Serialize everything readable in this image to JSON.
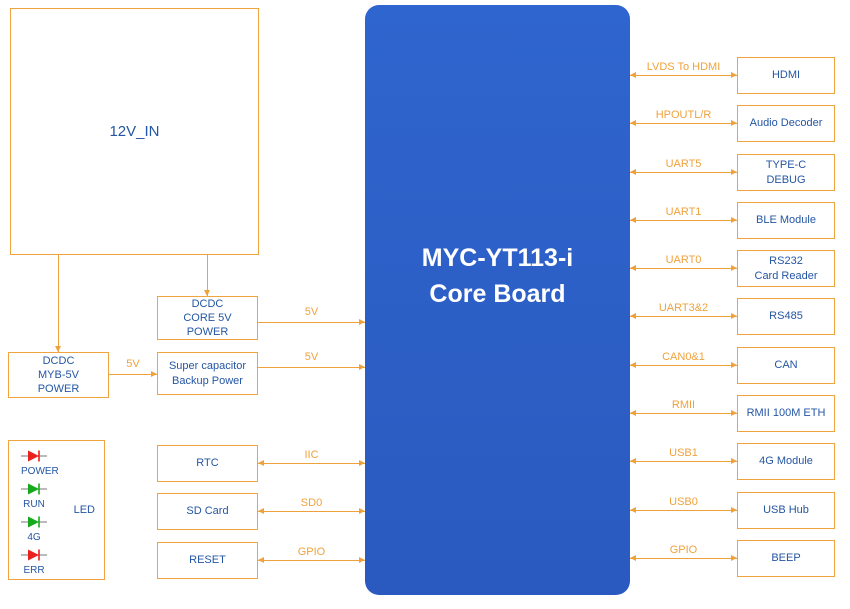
{
  "colors": {
    "accent_orange": "#EFA23C",
    "text_blue": "#2456A4",
    "board_blue": "#2C5FC6",
    "led_red": "#E8201E",
    "led_green": "#17A91C"
  },
  "board": {
    "title": "MYC-YT113-i\nCore Board"
  },
  "left": {
    "input": {
      "label": "12V_IN"
    },
    "dcdc_core": {
      "label": "DCDC\nCORE 5V\nPOWER"
    },
    "dcdc_myb": {
      "label": "DCDC\nMYB-5V\nPOWER"
    },
    "supercap": {
      "label": "Super capacitor\nBackup Power"
    },
    "links": {
      "myb_to_supercap": "5V",
      "core_to_board": "5V",
      "supercap_to_board": "5V"
    },
    "peripherals": [
      {
        "label": "RTC",
        "bus": "IIC"
      },
      {
        "label": "SD Card",
        "bus": "SD0"
      },
      {
        "label": "RESET",
        "bus": "GPIO"
      }
    ],
    "led": {
      "title": "LED",
      "items": [
        {
          "label": "POWER",
          "color": "#E8201E"
        },
        {
          "label": "RUN",
          "color": "#17A91C"
        },
        {
          "label": "4G",
          "color": "#17A91C"
        },
        {
          "label": "ERR",
          "color": "#E8201E"
        }
      ]
    }
  },
  "right": {
    "items": [
      {
        "bus": "LVDS To HDMI",
        "label": "HDMI"
      },
      {
        "bus": "HPOUTL/R",
        "label": "Audio Decoder"
      },
      {
        "bus": "UART5",
        "label": "TYPE-C\nDEBUG"
      },
      {
        "bus": "UART1",
        "label": "BLE Module"
      },
      {
        "bus": "UART0",
        "label": "RS232\nCard Reader"
      },
      {
        "bus": "UART3&2",
        "label": "RS485"
      },
      {
        "bus": "CAN0&1",
        "label": "CAN"
      },
      {
        "bus": "RMII",
        "label": "RMII 100M ETH"
      },
      {
        "bus": "USB1",
        "label": "4G Module"
      },
      {
        "bus": "USB0",
        "label": "USB Hub"
      },
      {
        "bus": "GPIO",
        "label": "BEEP"
      }
    ]
  }
}
